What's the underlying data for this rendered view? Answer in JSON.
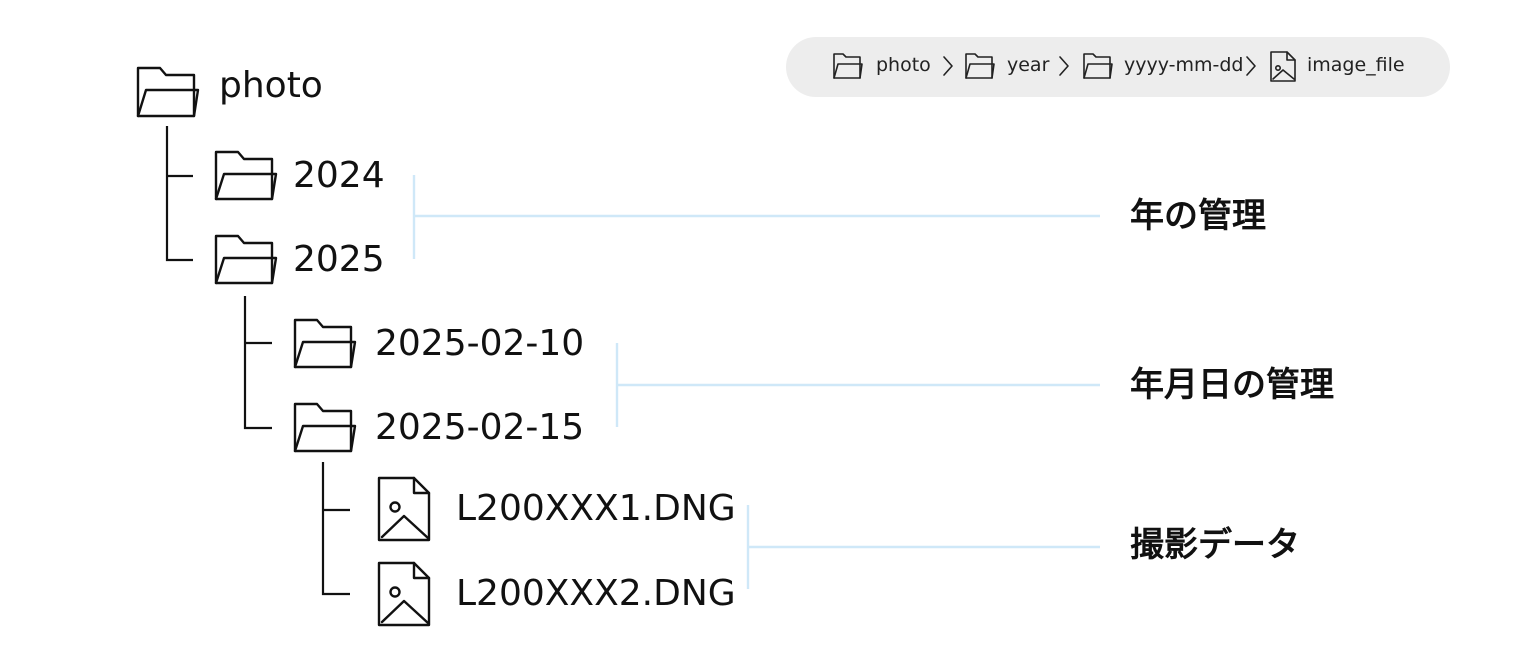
{
  "breadcrumb": {
    "segments": [
      {
        "label": "photo",
        "icon": "folder-icon"
      },
      {
        "label": "year",
        "icon": "folder-icon"
      },
      {
        "label": "yyyy-mm-dd",
        "icon": "folder-icon"
      },
      {
        "label": "image_file",
        "icon": "image-file-icon"
      }
    ],
    "separator_icon": "chevron-right-icon"
  },
  "tree": {
    "root": {
      "label": "photo",
      "icon": "folder-icon"
    },
    "years": [
      {
        "label": "2024",
        "icon": "folder-icon"
      },
      {
        "label": "2025",
        "icon": "folder-icon"
      }
    ],
    "dates": [
      {
        "label": "2025-02-10",
        "icon": "folder-icon"
      },
      {
        "label": "2025-02-15",
        "icon": "folder-icon"
      }
    ],
    "files": [
      {
        "label": "L200XXX1.DNG",
        "icon": "image-file-icon"
      },
      {
        "label": "L200XXX2.DNG",
        "icon": "image-file-icon"
      }
    ]
  },
  "groups": {
    "year": "年の管理",
    "date": "年月日の管理",
    "data": "撮影データ"
  },
  "colors": {
    "line": "#111111",
    "bracket": "#cfe8f8",
    "pill": "#ededed"
  }
}
